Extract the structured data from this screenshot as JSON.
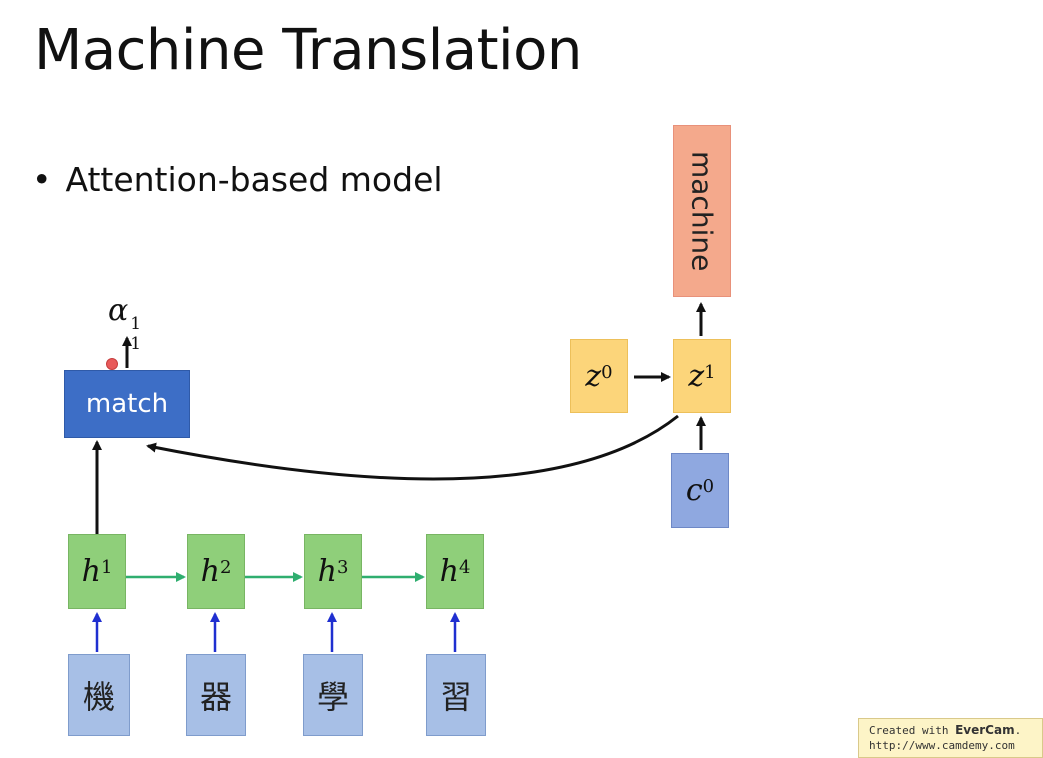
{
  "title": "Machine Translation",
  "bullet": {
    "symbol": "•",
    "text": "Attention-based model"
  },
  "attention": {
    "symbol": "α",
    "sup": "1",
    "sub": "1"
  },
  "match_label": "match",
  "encoder": {
    "hidden": [
      {
        "var": "h",
        "sup": "1"
      },
      {
        "var": "h",
        "sup": "2"
      },
      {
        "var": "h",
        "sup": "3"
      },
      {
        "var": "h",
        "sup": "4"
      }
    ],
    "inputs": [
      "機",
      "器",
      "學",
      "習"
    ]
  },
  "decoder": {
    "z0": {
      "var": "z",
      "sup": "0"
    },
    "z1": {
      "var": "z",
      "sup": "1"
    },
    "c0": {
      "var": "c",
      "sup": "0"
    },
    "output": "machine"
  },
  "watermark": {
    "line1_prefix": "Created with ",
    "brand": "EverCam",
    "suffix": ".",
    "line2": "http://www.camdemy.com"
  },
  "colors": {
    "encoder_box": "#8fcf7a",
    "input_box": "#a7bfe6",
    "decoder_box": "#fcd57a",
    "output_box": "#f4a98c",
    "context_box": "#8fa8e0",
    "match_box": "#3d6ec6",
    "recurrent_arrow": "#2fae6f",
    "input_arrow": "#1f2fd0"
  }
}
